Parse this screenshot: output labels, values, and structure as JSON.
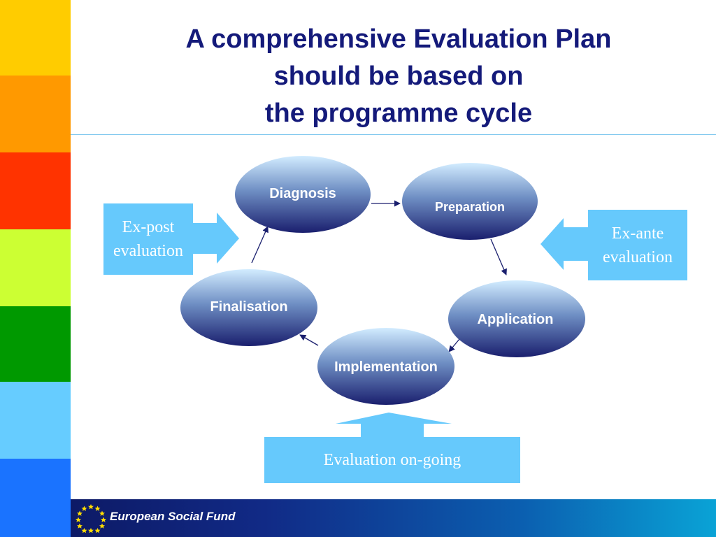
{
  "title": {
    "line1": "A comprehensive Evaluation Plan",
    "line2": "should be based on",
    "line3": "the programme cycle"
  },
  "stripes": [
    "#ffcc00",
    "#ff9900",
    "#ff3300",
    "#ccff33",
    "#009900",
    "#66ccff",
    "#1a73ff"
  ],
  "cycle": {
    "nodes": [
      {
        "id": "diagnosis",
        "label": "Diagnosis"
      },
      {
        "id": "preparation",
        "label": "Preparation"
      },
      {
        "id": "application",
        "label": "Application"
      },
      {
        "id": "implementation",
        "label": "Implementation"
      },
      {
        "id": "finalisation",
        "label": "Finalisation"
      }
    ],
    "flow": [
      [
        "diagnosis",
        "preparation"
      ],
      [
        "preparation",
        "application"
      ],
      [
        "application",
        "implementation"
      ],
      [
        "implementation",
        "finalisation"
      ],
      [
        "finalisation",
        "diagnosis"
      ]
    ]
  },
  "boxes": {
    "ex_post": {
      "line1": "Ex-post",
      "line2": "evaluation"
    },
    "ex_ante": {
      "line1": "Ex-ante",
      "line2": "evaluation"
    },
    "ongoing": {
      "label": "Evaluation on-going"
    }
  },
  "footer": {
    "text": "European Social Fund"
  },
  "colors": {
    "title": "#141a7a",
    "box": "#66c9fc",
    "node_top": "#d2ecff",
    "node_bottom": "#1a1f6e"
  }
}
